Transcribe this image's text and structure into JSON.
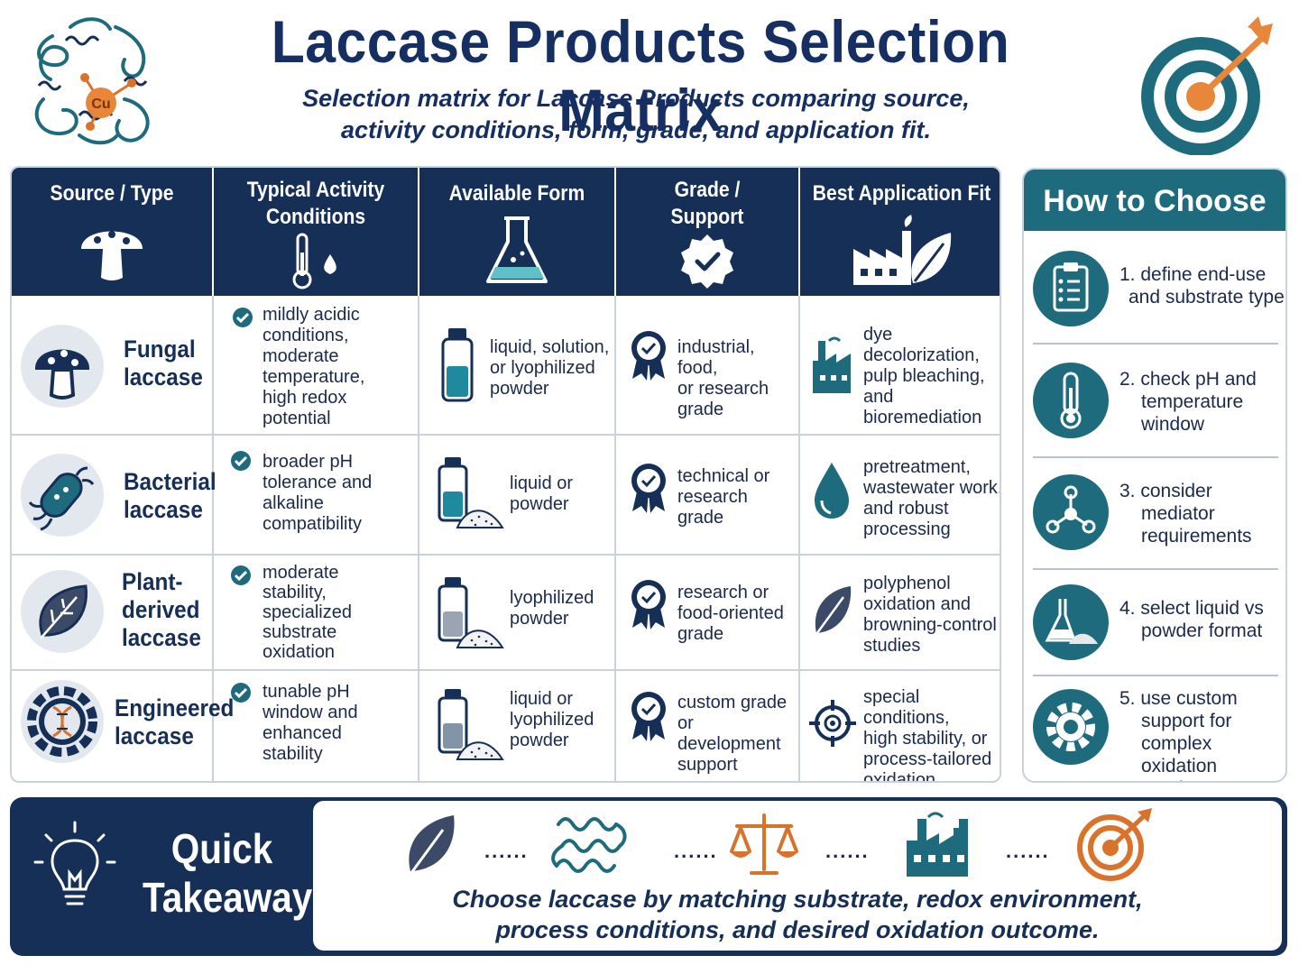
{
  "header": {
    "title": "Laccase Products Selection Matrix",
    "subtitle_line1": "Selection matrix for Laccase Products comparing source,",
    "subtitle_line2": "activity conditions, form, grade, and application fit.",
    "logo_text": "Cu"
  },
  "matrix": {
    "columns": [
      {
        "label_lines": [
          "Source / Type"
        ],
        "icon": "mushroom-icon"
      },
      {
        "label_lines": [
          "Typical Activity",
          "Conditions"
        ],
        "icon": "thermometer-drop-icon"
      },
      {
        "label_lines": [
          "Available Form"
        ],
        "icon": "flask-icon"
      },
      {
        "label_lines": [
          "Grade /",
          "Support"
        ],
        "icon": "badge-check-icon"
      },
      {
        "label_lines": [
          "Best Application Fit"
        ],
        "icon": "factory-leaf-icon"
      }
    ],
    "rows": [
      {
        "name_lines": [
          "Fungal",
          "laccase"
        ],
        "icon": "mushroom-icon",
        "conditions": [
          "mildly acidic",
          "conditions,",
          "moderate",
          "temperature,",
          "high redox",
          "potential"
        ],
        "form": [
          "liquid, solution,",
          "or lyophilized",
          "powder"
        ],
        "form_icon": "vial-icon",
        "grade": [
          "industrial, food,",
          "or research",
          "grade"
        ],
        "grade_icon": "ribbon-badge-icon",
        "application": [
          "dye decolorization,",
          "pulp bleaching,",
          "and",
          "bioremediation"
        ],
        "app_icon": "factory-icon"
      },
      {
        "name_lines": [
          "Bacterial",
          "laccase"
        ],
        "icon": "bacterium-icon",
        "conditions": [
          "broader pH",
          "tolerance and",
          "alkaline",
          "compatibility"
        ],
        "form": [
          "liquid or",
          "powder"
        ],
        "form_icon": "vial-powder-icon",
        "grade": [
          "technical or",
          "research",
          "grade"
        ],
        "grade_icon": "ribbon-badge-icon",
        "application": [
          "pretreatment,",
          "wastewater work,",
          "and robust",
          "processing"
        ],
        "app_icon": "water-drop-icon"
      },
      {
        "name_lines": [
          "Plant-",
          "derived",
          "laccase"
        ],
        "icon": "leaf-icon",
        "conditions": [
          "moderate",
          "stability,",
          "specialized",
          "substrate",
          "oxidation"
        ],
        "form": [
          "lyophilized",
          "powder"
        ],
        "form_icon": "vial-powder-icon",
        "grade": [
          "research or",
          "food-oriented",
          "grade"
        ],
        "grade_icon": "ribbon-badge-icon",
        "application": [
          "polyphenol",
          "oxidation and",
          "browning-control",
          "studies"
        ],
        "app_icon": "leaf-icon"
      },
      {
        "name_lines": [
          "Engineered",
          "laccase"
        ],
        "icon": "gear-dna-icon",
        "conditions": [
          "tunable pH",
          "window and",
          "enhanced",
          "stability"
        ],
        "form": [
          "liquid or",
          "lyophilized",
          "powder"
        ],
        "form_icon": "vial-powder-icon",
        "grade": [
          "custom grade",
          "or development",
          "support"
        ],
        "grade_icon": "ribbon-badge-icon",
        "application": [
          "special conditions,",
          "high stability, or",
          "process-tailored",
          "oxidation"
        ],
        "app_icon": "crosshair-icon"
      }
    ]
  },
  "how_to_choose": {
    "title": "How to Choose",
    "steps": [
      {
        "lines": [
          "1. define end-use",
          "   and substrate type"
        ],
        "icon": "clipboard-icon"
      },
      {
        "lines": [
          "2. check pH and",
          "    temperature",
          "    window"
        ],
        "icon": "thermometer-icon"
      },
      {
        "lines": [
          "3. consider",
          "    mediator",
          "    requirements"
        ],
        "icon": "molecule-icon"
      },
      {
        "lines": [
          "4. select liquid vs",
          "    powder format"
        ],
        "icon": "flask-powder-icon"
      },
      {
        "lines": [
          "5. use custom",
          "    support for",
          "    complex oxidation",
          "    needs"
        ],
        "icon": "gear-icon"
      }
    ]
  },
  "quick_takeaway": {
    "label_lines": [
      "Quick",
      "Takeaway"
    ],
    "text_line1": "Choose laccase by matching substrate, redox environment,",
    "text_line2": "process conditions, and desired oxidation outcome.",
    "icons": [
      "leaf-icon",
      "protein-icon",
      "scale-icon",
      "factory-icon",
      "target-icon"
    ],
    "separator": "......"
  },
  "colors": {
    "navy": "#152f56",
    "teal": "#1f6b7e",
    "orange": "#d9722b",
    "light_grey": "#e3e8ee"
  }
}
